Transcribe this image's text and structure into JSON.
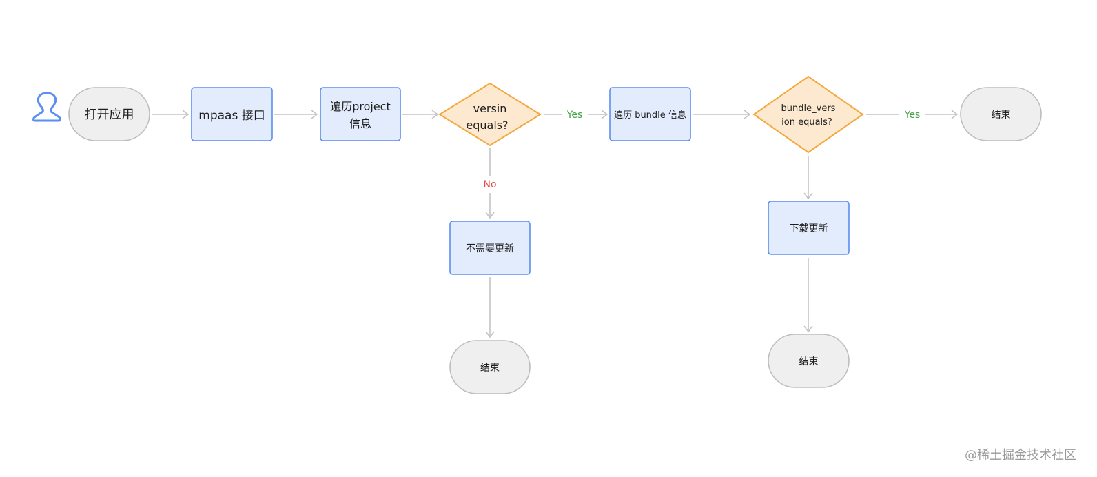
{
  "nodes": {
    "start": "打开应用",
    "mpaas": "mpaas 接口",
    "traverse_project_line1": "遍历project",
    "traverse_project_line2": "信息",
    "version_check_line1": "versin",
    "version_check_line2": "equals?",
    "traverse_bundle": "遍历 bundle 信息",
    "bundle_check_line1": "bundle_vers",
    "bundle_check_line2": "ion equals?",
    "end_top": "结束",
    "no_update": "不需要更新",
    "end_mid": "结束",
    "download": "下载更新",
    "end_right": "结束"
  },
  "labels": {
    "yes_1": "Yes",
    "no_1": "No",
    "yes_2": "Yes"
  },
  "icons": {
    "actor": "user-icon"
  },
  "colors": {
    "process_fill": "#e3ecfd",
    "process_stroke": "#5b8ef0",
    "decision_fill": "#fde9d0",
    "decision_stroke": "#f4a73a",
    "terminal_fill": "#efefef",
    "terminal_stroke": "#bdbdbd",
    "yes": "#43a047",
    "no": "#e05252"
  },
  "watermark": "@稀土掘金技术社区"
}
